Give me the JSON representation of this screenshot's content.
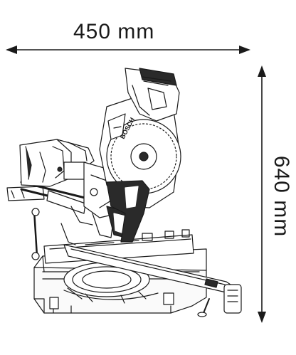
{
  "dimensions": {
    "width_label": "450 mm",
    "height_label": "640 mm"
  },
  "product": {
    "brand_label": "BOSCH"
  },
  "colors": {
    "line": "#1a1a1a",
    "fill_light": "#f2f2f2",
    "fill_dark": "#2a2a2a"
  }
}
